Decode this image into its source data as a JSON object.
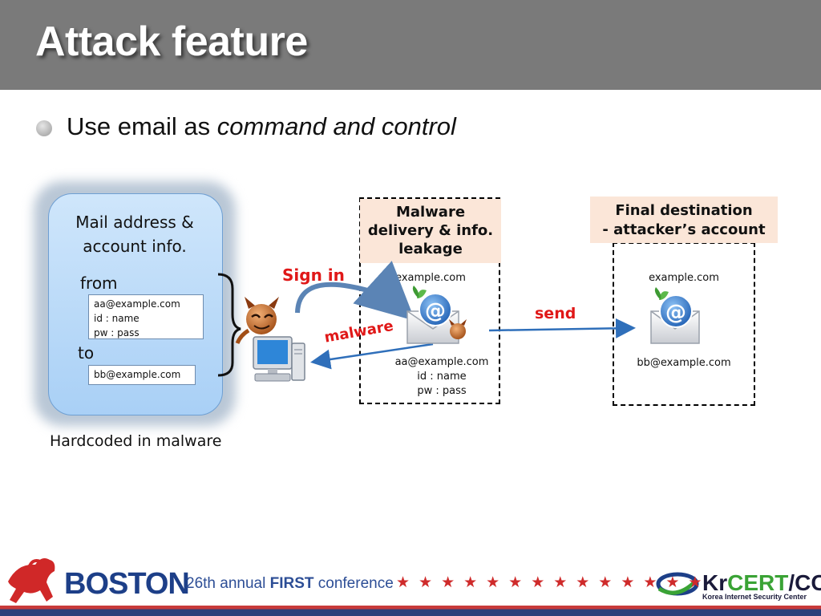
{
  "header": {
    "title": "Attack feature"
  },
  "bullet": {
    "prefix": "Use email as ",
    "emphasis": "command and control"
  },
  "hardcoded": {
    "title_line1": "Mail address &",
    "title_line2": "account info.",
    "from_label": "from",
    "from_lines": [
      "aa@example.com",
      "id : name",
      "pw : pass"
    ],
    "to_label": "to",
    "to_value": "bb@example.com",
    "caption": "Hardcoded in malware"
  },
  "labels": {
    "sign_in": "Sign in",
    "malware": "malware",
    "send": "send"
  },
  "malware_box": {
    "title_lines": [
      "Malware",
      "delivery & info.",
      "leakage"
    ],
    "domain": "example.com",
    "account_lines": [
      "aa@example.com",
      "id : name",
      "pw : pass"
    ]
  },
  "final_box": {
    "title_lines": [
      "Final destination",
      "- attacker’s account"
    ],
    "domain": "example.com",
    "account": "bb@example.com"
  },
  "footer": {
    "city": "BOSTON",
    "conference_prefix": "26th annual ",
    "conference_bold": "FIRST",
    "conference_suffix": " conference",
    "stars": "★★★★★★★★★★★★★★",
    "org_kr": "Kr",
    "org_cert": "CERT",
    "org_cc": "/CC",
    "org_subtitle": "Korea Internet Security Center"
  },
  "colors": {
    "header": "#7a7a7a",
    "accent_red": "#e01818",
    "arrow_blue": "#2f6fba",
    "label_fill": "#fbe6d8"
  }
}
